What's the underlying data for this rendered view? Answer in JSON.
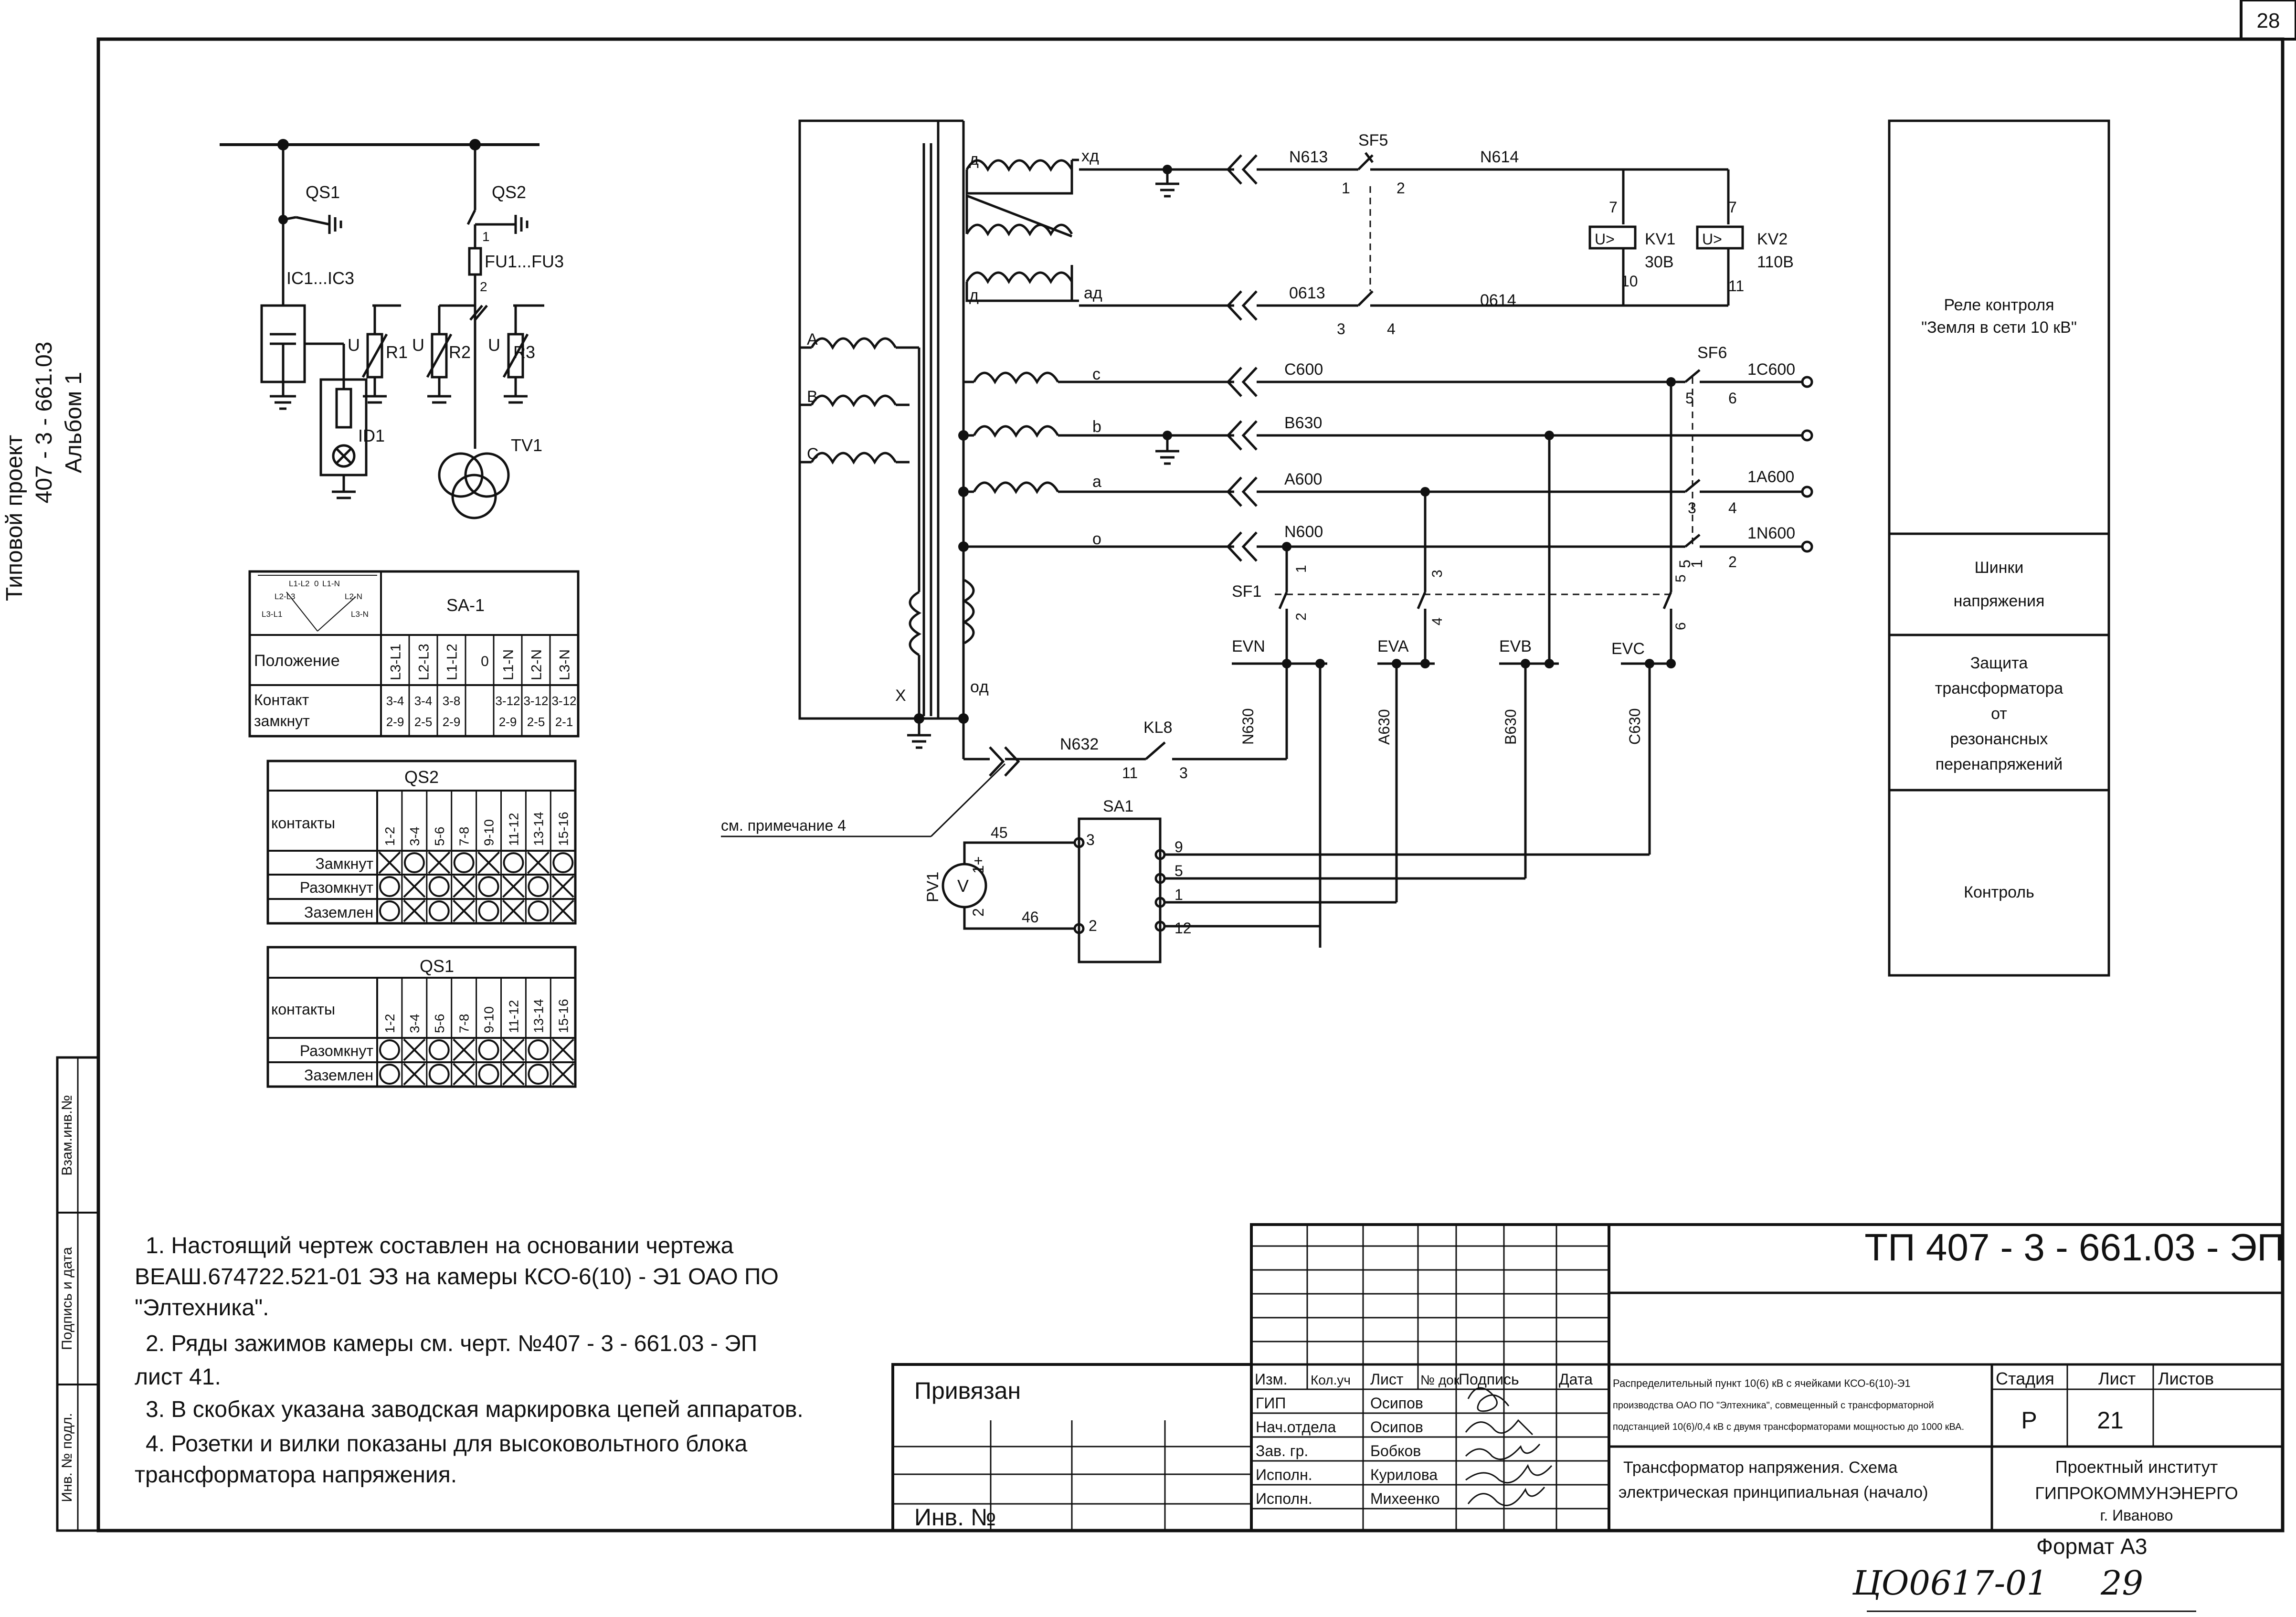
{
  "page_number": "28",
  "side_stamp": {
    "line1": "Типовой проект",
    "line2": "407 - 3 - 661.03",
    "line3": "Альбом 1",
    "inv_vzam": "Взам.инв.№",
    "sign_date": "Подпись и дата",
    "inv_podl": "Инв. № подл."
  },
  "hv_diagram": {
    "qs1": "QS1",
    "qs2": "QS2",
    "ic": "IC1...IC3",
    "fu": "FU1...FU3",
    "fu_pin1": "1",
    "fu_pin2": "2",
    "r1": "R1",
    "r2": "R2",
    "r3": "R3",
    "u": "U",
    "id1": "ID1",
    "tv1": "TV1"
  },
  "sa1_table": {
    "sym": [
      "L1-L2",
      "0",
      "L1-N",
      "L2-L3",
      "L2-N",
      "L3-L1",
      "L3-N"
    ],
    "title": "SA-1",
    "row1": "Положение",
    "positions": [
      "L3-L1",
      "L2-L3",
      "L1-L2",
      "0",
      "L1-N",
      "L2-N",
      "L3-N"
    ],
    "row2a": "Контакт",
    "row2b": "замкнут",
    "top": [
      "3-4",
      "3-4",
      "3-8",
      "",
      "3-12",
      "3-12",
      "3-12"
    ],
    "bot": [
      "2-9",
      "2-5",
      "2-9",
      "",
      "2-9",
      "2-5",
      "2-1"
    ]
  },
  "qs2_table": {
    "title": "QS2",
    "contacts_label": "контакты",
    "contacts": [
      "1-2",
      "3-4",
      "5-6",
      "7-8",
      "9-10",
      "11-12",
      "13-14",
      "15-16"
    ],
    "rows": [
      {
        "label": "Замкнут",
        "marks": "XOXOXOXO"
      },
      {
        "label": "Разомкнут",
        "marks": "OXOXOXOX"
      },
      {
        "label": "Заземлен",
        "marks": "OXOXOXOX"
      }
    ]
  },
  "qs1_table": {
    "title": "QS1",
    "contacts_label": "контакты",
    "contacts": [
      "1-2",
      "3-4",
      "5-6",
      "7-8",
      "9-10",
      "11-12",
      "13-14",
      "15-16"
    ],
    "rows": [
      {
        "label": "Разомкнут",
        "marks": "OXOXOXOX"
      },
      {
        "label": "Заземлен",
        "marks": "OXOXOXOX"
      }
    ]
  },
  "circuit": {
    "tv_labels": {
      "xd": "xд",
      "ad": "aд",
      "d1": "д",
      "d2": "д",
      "A": "A",
      "B": "B",
      "C": "C",
      "c": "c",
      "b": "b",
      "a": "a",
      "o": "o",
      "X": "X",
      "od": "oд"
    },
    "wires": {
      "n613": "N613",
      "n614": "N614",
      "w0613": "0613",
      "w0614": "0614",
      "c600": "C600",
      "b630": "B630",
      "a600": "A600",
      "n600": "N600",
      "n632": "N632",
      "c1c600": "1C600",
      "c1a600": "1A600",
      "c1n600": "1N600"
    },
    "sf5": {
      "name": "SF5",
      "p1": "1",
      "p2": "2",
      "p3": "3",
      "p4": "4"
    },
    "kv1": {
      "sym": "U>",
      "name": "KV1",
      "rating": "30В",
      "p_top": "7",
      "p_bot": "10"
    },
    "kv2": {
      "sym": "U>",
      "name": "KV2",
      "rating": "110В",
      "p_top": "7",
      "p_bot": "11"
    },
    "sf6": {
      "name": "SF6",
      "p5": "5",
      "p6": "6",
      "p3": "3",
      "p4": "4",
      "p5b": "5",
      "p1": "1",
      "p2": "2"
    },
    "sf1": {
      "name": "SF1",
      "p1": "1",
      "p2": "2",
      "p3": "3",
      "p4": "4",
      "p5": "5",
      "p6": "6"
    },
    "buses": {
      "evn": "EVN",
      "eva": "EVA",
      "evb": "EVB",
      "evc": "EVC"
    },
    "bus_wires": {
      "n630": "N630",
      "a630": "A630",
      "b630v": "B630",
      "c630": "C630"
    },
    "kl8": {
      "name": "KL8",
      "p11": "11",
      "p3": "3"
    },
    "note_ref": "см. примечание 4",
    "sa1": {
      "name": "SA1",
      "l3": "3",
      "l2": "2",
      "r9": "9",
      "r5": "5",
      "r1": "1",
      "r12": "12"
    },
    "pv1": {
      "name": "PV1",
      "sym": "V",
      "p1": "1+",
      "p2": "2",
      "w45": "45",
      "w46": "46"
    }
  },
  "right_column": [
    "Реле контроля",
    "\"Земля в сети 10 кВ\"",
    "Шинки",
    "напряжения",
    "Защита",
    "трансформатора",
    "от",
    "резонансных",
    "перенапряжений",
    "Контроль"
  ],
  "notes": [
    "1. Настоящий чертеж составлен на основании чертежа",
    "ВЕАШ.674722.521-01 ЭЗ на камеры КСО-6(10) - Э1 ОАО ПО",
    "\"Элтехника\".",
    "2. Ряды зажимов камеры см. черт. №407 - 3 - 661.03 - ЭП",
    "лист 41.",
    "3. В скобках указана заводская маркировка цепей аппаратов.",
    "4. Розетки и вилки показаны для высоковольтного блока",
    "трансформатора напряжения."
  ],
  "title_block": {
    "privyazan": "Привязан",
    "inv_no": "Инв. №",
    "col_heads": [
      "Изм.",
      "Кол.уч",
      "Лист",
      "№ док",
      "Подпись",
      "Дата"
    ],
    "roles": [
      "ГИП",
      "Нач.отдела",
      "Зав. гр.",
      "Исполн.",
      "Исполн."
    ],
    "names": [
      "Осипов",
      "Осипов",
      "Бобков",
      "Курилова",
      "Михеенко"
    ],
    "code": "ТП 407 - 3 - 661.03 - ЭП",
    "desc": [
      "Распределительный пункт 10(6) кВ с ячейками КСО-6(10)-Э1",
      "производства ОАО ПО \"Элтехника\", совмещенный с трансформаторной",
      "подстанцией 10(6)/0,4 кВ с двумя трансформаторами мощностью до 1000 кВА."
    ],
    "title": [
      "Трансформатор напряжения. Схема",
      "электрическая принципиальная (начало)"
    ],
    "stage_head": "Стадия",
    "sheet_head": "Лист",
    "sheets_head": "Листов",
    "stage": "Р",
    "sheet": "21",
    "org": [
      "Проектный институт",
      "ГИПРОКОММУНЭНЕРГО",
      "г. Иваново"
    ]
  },
  "format": "Формат А3",
  "handwritten": {
    "code": "ЦО0617-01",
    "num": "29"
  }
}
